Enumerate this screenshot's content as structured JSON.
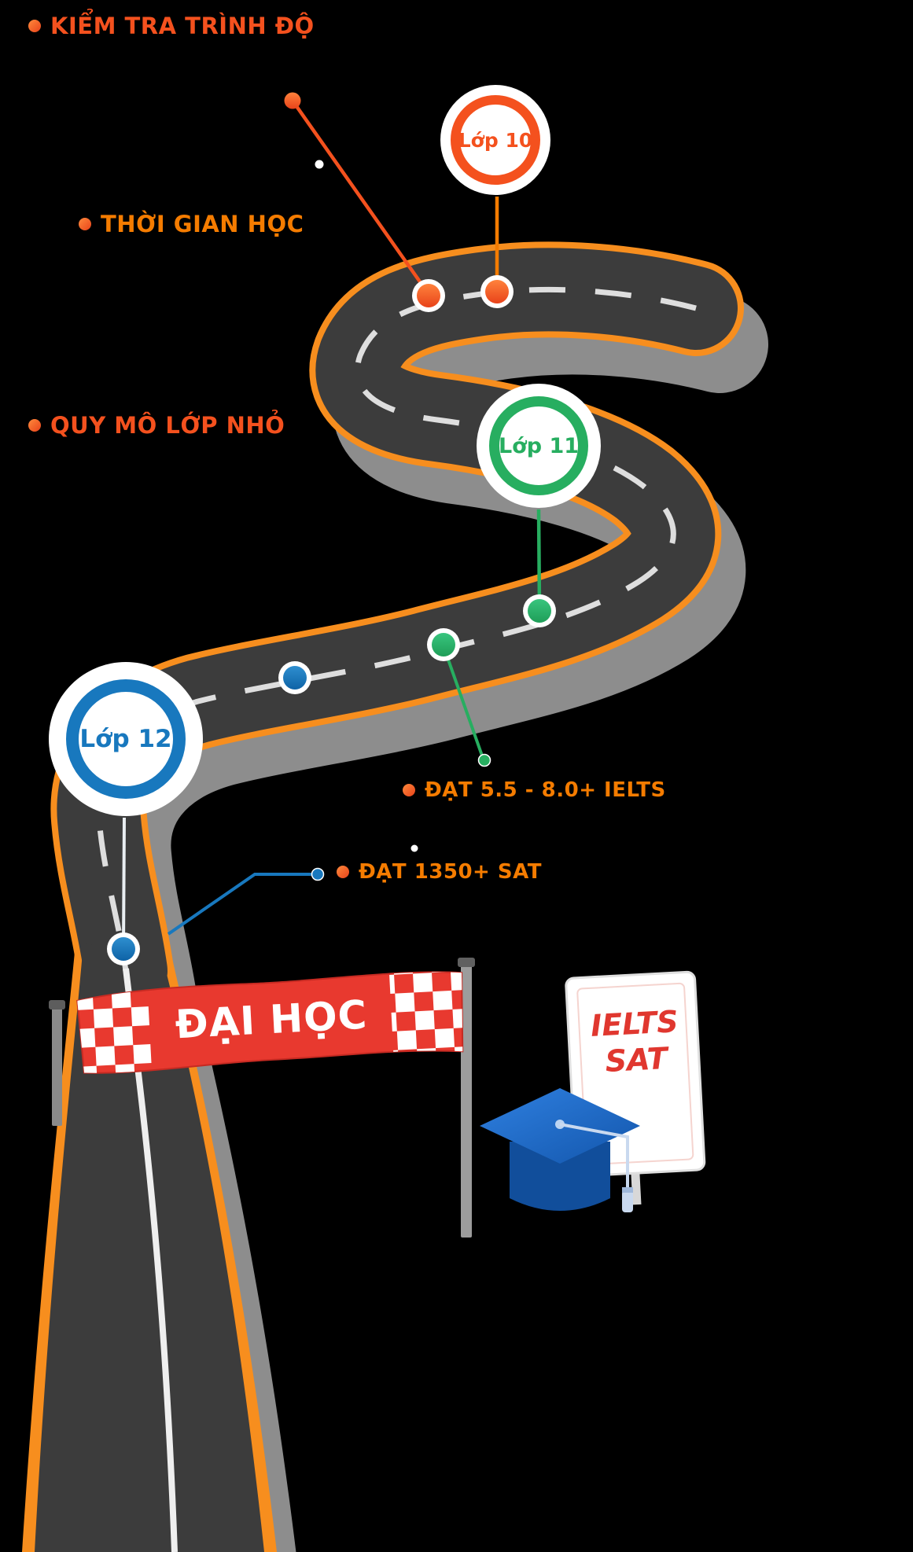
{
  "page": {
    "background": "#000000"
  },
  "labels": {
    "level_check": {
      "text": "KIỂM TRA TRÌNH ĐỘ",
      "color": "#F4511E"
    },
    "study_time": {
      "text": "THỜI GIAN HỌC",
      "color": "#F57C00"
    },
    "class_size": {
      "text": "QUY MÔ LỚP NHỎ",
      "color": "#F4511E"
    },
    "ielts_goal": {
      "text": "ĐẠT 5.5 - 8.0+ IELTS",
      "color": "#F57C00"
    },
    "sat_goal": {
      "text": "ĐẠT 1350+ SAT",
      "color": "#F57C00"
    }
  },
  "milestones": [
    {
      "label": "Lớp 10",
      "color": "#F4511E"
    },
    {
      "label": "Lớp 11",
      "color": "#27AE60"
    },
    {
      "label": "Lớp 12",
      "color": "#1878BE"
    }
  ],
  "banner": {
    "text": "ĐẠI HỌC",
    "background": "#E8392F",
    "text_color": "#FFFFFF"
  },
  "sign": {
    "line1": "IELTS",
    "line2": "SAT",
    "color": "#E0372F"
  },
  "road": {
    "surface": "#3C3C3C",
    "edge": "#F78E1E",
    "shadow": "#8D8D8D",
    "centerline": "#EDEDED"
  }
}
